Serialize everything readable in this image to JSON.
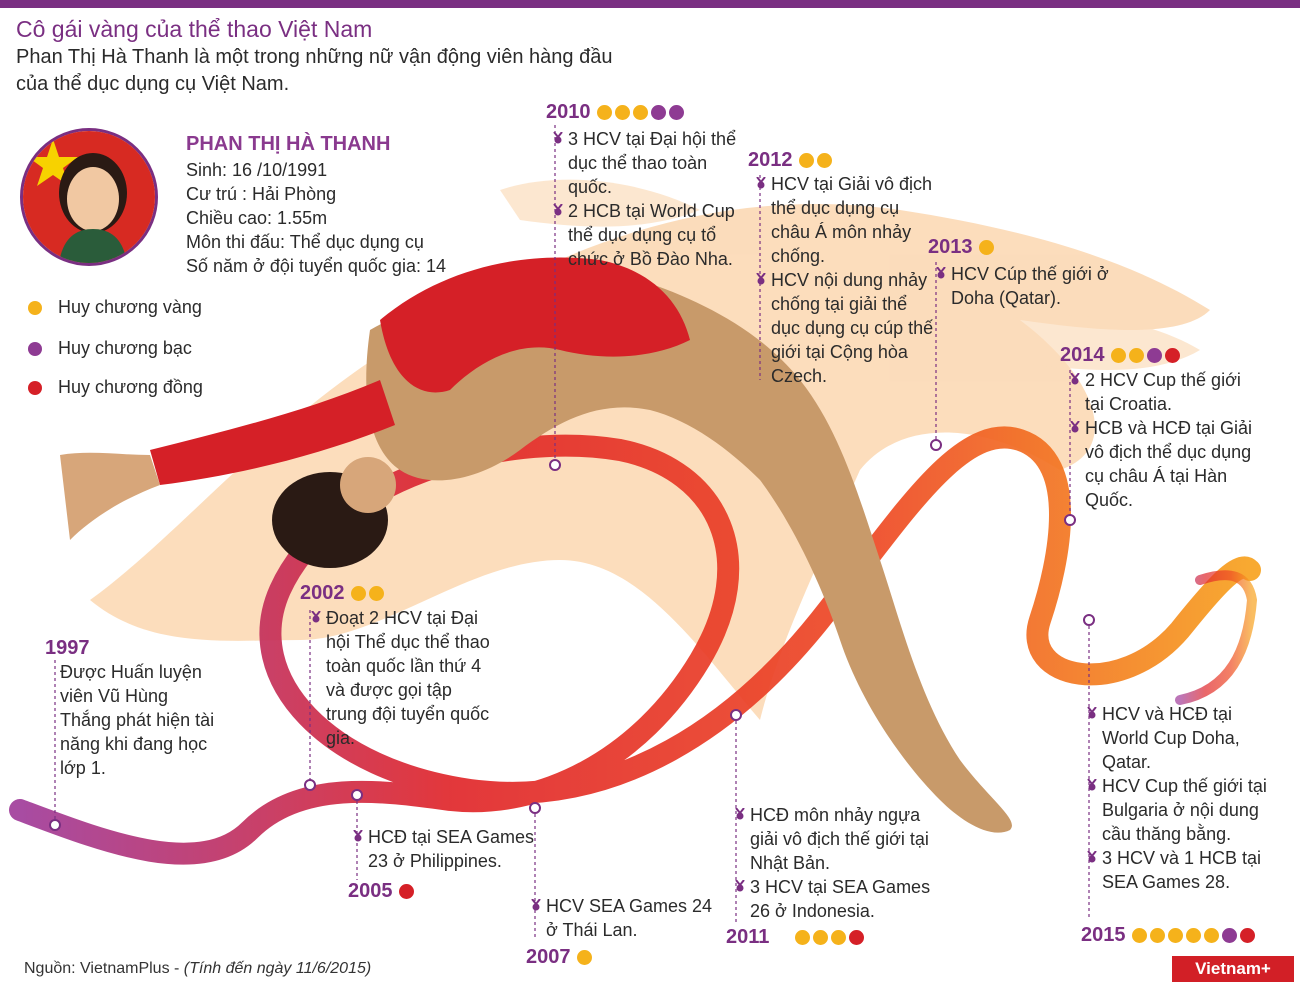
{
  "header": {
    "title": "Cô gái vàng của thể thao Việt Nam",
    "subtitle": "Phan Thị Hà Thanh là một trong những nữ vận động viên hàng đầu của thể dục dụng cụ Việt Nam."
  },
  "profile": {
    "name": "PHAN THỊ HÀ THANH",
    "born": "Sinh: 16 /10/1991",
    "residence": "Cư trú : Hải Phòng",
    "height": "Chiều cao: 1.55m",
    "event": "Môn thi đấu: Thể dục dụng cụ",
    "years": "Số năm ở đội tuyển quốc gia: 14"
  },
  "legend": {
    "gold": "Huy chương vàng",
    "silver": "Huy chương bạc",
    "bronze": "Huy chương đồng"
  },
  "colors": {
    "gold": "#f5b21b",
    "silver": "#8e3b93",
    "bronze": "#d52027",
    "accent": "#7a2f82"
  },
  "timeline": {
    "y1997": {
      "year": "1997",
      "medals": [],
      "items": [
        "Được Huấn luyện viên Vũ Hùng Thắng phát hiện tài năng khi đang học lớp 1."
      ]
    },
    "y2002": {
      "year": "2002",
      "medals": [
        "gold",
        "gold"
      ],
      "items": [
        "Đoạt 2 HCV tại Đại hội Thể dục thể thao toàn quốc lần thứ 4 và được gọi tập trung đội tuyển quốc gia."
      ]
    },
    "y2005": {
      "year": "2005",
      "medals": [
        "bronze"
      ],
      "items": [
        "HCĐ tại SEA Games 23 ở Philippines."
      ]
    },
    "y2007": {
      "year": "2007",
      "medals": [
        "gold"
      ],
      "items": [
        "HCV SEA Games 24 ở Thái Lan."
      ]
    },
    "y2010": {
      "year": "2010",
      "medals": [
        "gold",
        "gold",
        "gold",
        "silver",
        "silver"
      ],
      "items": [
        "3 HCV tại Đại hội thể dục thể thao toàn quốc.",
        "2 HCB tại World Cup thể dục dụng cụ tổ chức ở Bồ Đào Nha."
      ]
    },
    "y2011": {
      "year": "2011",
      "medals": [
        "gold",
        "gold",
        "gold",
        "bronze"
      ],
      "items": [
        "HCĐ môn nhảy ngựa giải vô địch thế giới tại Nhật Bản.",
        "3 HCV tại SEA Games 26 ở Indonesia."
      ]
    },
    "y2012": {
      "year": "2012",
      "medals": [
        "gold",
        "gold"
      ],
      "items": [
        "HCV tại Giải vô địch thể dục dụng cụ châu Á môn nhảy chống.",
        "HCV nội dung nhảy chống tại giải thể dục dụng cụ cúp thế giới tại Cộng hòa Czech."
      ]
    },
    "y2013": {
      "year": "2013",
      "medals": [
        "gold"
      ],
      "items": [
        "HCV Cúp thế giới ở Doha (Qatar)."
      ]
    },
    "y2014": {
      "year": "2014",
      "medals": [
        "gold",
        "gold",
        "silver",
        "bronze"
      ],
      "items": [
        "2 HCV Cup thế giới tại Croatia.",
        "HCB và HCĐ tại Giải vô địch thể dục dụng cụ châu Á tại Hàn Quốc."
      ]
    },
    "y2015": {
      "year": "2015",
      "medals": [
        "gold",
        "gold",
        "gold",
        "gold",
        "gold",
        "silver",
        "bronze"
      ],
      "items": [
        "HCV và HCĐ tại World Cup Doha, Qatar.",
        "HCV Cup thế giới tại Bulgaria ở nội dung cầu thăng bằng.",
        "3 HCV và 1 HCB tại SEA Games 28."
      ]
    }
  },
  "footer": {
    "source_label": "Nguồn: VietnamPlus - ",
    "source_note": "(Tính đến ngày 11/6/2015)",
    "logo": "Vietnam+"
  }
}
